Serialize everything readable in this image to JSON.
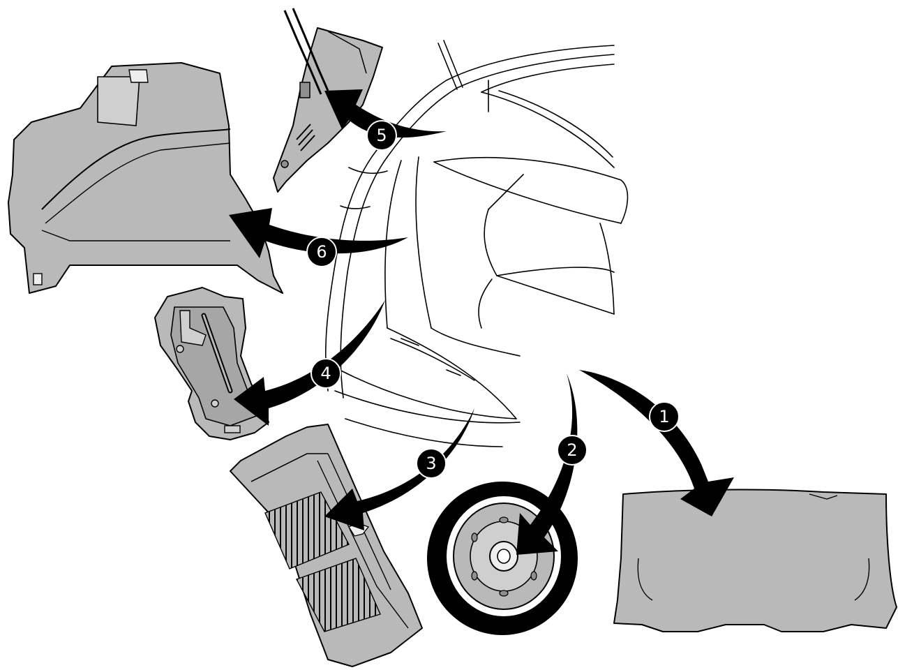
{
  "colors": {
    "background": "#ffffff",
    "line": "#000000",
    "part_fill": "#b9b9b9",
    "part_dark": "#8f8f8f",
    "arrow": "#000000",
    "badge": "#000000",
    "badge_text": "#ffffff"
  },
  "steps": [
    {
      "number": "1",
      "part": "luggage-floor-panel"
    },
    {
      "number": "2",
      "part": "spare-wheel"
    },
    {
      "number": "3",
      "part": "rear-sill-trim"
    },
    {
      "number": "4",
      "part": "side-storage-tray"
    },
    {
      "number": "5",
      "part": "upper-pillar-trim"
    },
    {
      "number": "6",
      "part": "side-wall-trim"
    }
  ]
}
